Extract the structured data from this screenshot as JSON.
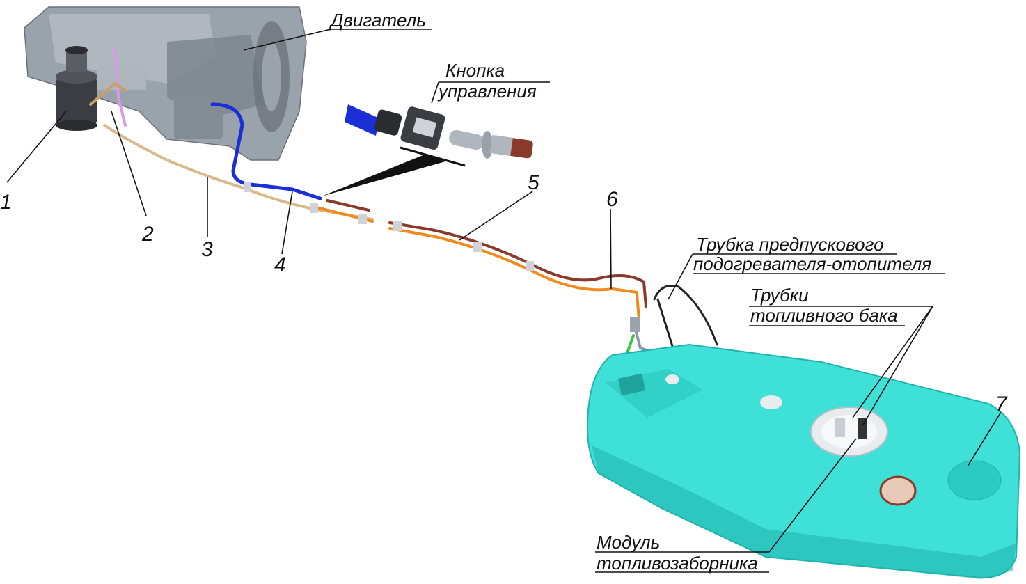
{
  "labels": {
    "engine": "Двигатель",
    "button_line1": "Кнопка",
    "button_line2": "управления",
    "preheater_line1": "Трубка предпускового",
    "preheater_line2": "подогревателя-отопителя",
    "tank_tubes_line1": "Трубки",
    "tank_tubes_line2": "топливного бака",
    "module_line1": "Модуль",
    "module_line2": "топливозаборника"
  },
  "numbers": [
    "1",
    "2",
    "3",
    "4",
    "5",
    "6",
    "7"
  ],
  "colors": {
    "tank": "#3fe0d8",
    "tank_shadow": "#1fb3ad",
    "engine": "#9aa2ab",
    "line_blue": "#1a2fd6",
    "line_tan": "#d9b98a",
    "line_orange": "#f08a1c",
    "line_brown": "#8a3a2a",
    "line_pink": "#d49be6",
    "line_green": "#35c83a",
    "line_black": "#222222",
    "line_gray": "#8a96a8",
    "line_magenta": "#c83ad0"
  }
}
